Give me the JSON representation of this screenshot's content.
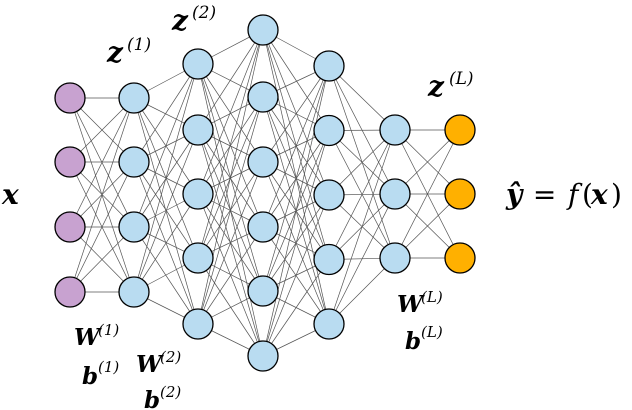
{
  "colors": {
    "input": "#c8a2d0",
    "hidden": "#b9dcf1",
    "output": "#ffb000",
    "stroke": "#000000",
    "edge": "#555555"
  },
  "network": {
    "layers": [
      {
        "id": "input",
        "neurons": 4
      },
      {
        "id": "hidden-1",
        "neurons": 4
      },
      {
        "id": "hidden-2",
        "neurons": 5
      },
      {
        "id": "hidden-3",
        "neurons": 6
      },
      {
        "id": "hidden-4",
        "neurons": 5
      },
      {
        "id": "hidden-5",
        "neurons": 3
      },
      {
        "id": "output",
        "neurons": 3
      }
    ]
  },
  "labels": {
    "input": {
      "main": "x"
    },
    "z1": {
      "main": "z",
      "sup": "(1)"
    },
    "z2": {
      "main": "z",
      "sup": "(2)"
    },
    "zL": {
      "main": "z",
      "sup": "(L)"
    },
    "W1": {
      "main": "W",
      "sup": "(1)"
    },
    "b1": {
      "main": "b",
      "sup": "(1)"
    },
    "W2": {
      "main": "W",
      "sup": "(2)"
    },
    "b2": {
      "main": "b",
      "sup": "(2)"
    },
    "WL": {
      "main": "W",
      "sup": "(L)"
    },
    "bL": {
      "main": "b",
      "sup": "(L)"
    },
    "output": {
      "yhat": "ŷ",
      "eq": " = ",
      "f": "f",
      "open": "(",
      "x": "x",
      "close": ")"
    }
  }
}
